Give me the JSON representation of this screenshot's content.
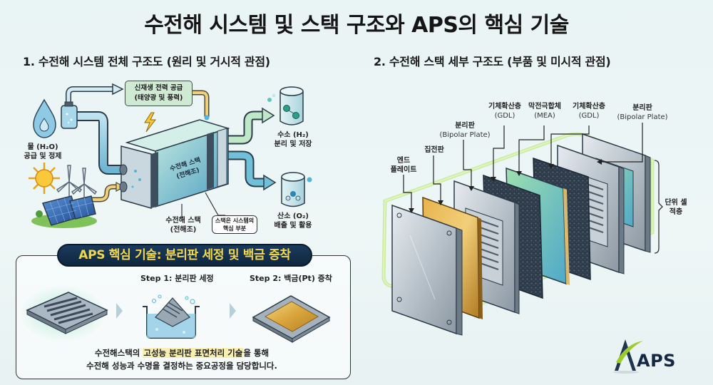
{
  "title": "수전해 시스템 및 스택 구조와 APS의 핵심 기술",
  "section1": {
    "heading": "1. 수전해 시스템 전체 구조도 (원리 및 거시적 관점)",
    "water_label": [
      "물 (H₂O)",
      "공급 및 정제"
    ],
    "renewable_label": [
      "신재생 전력 공급",
      "(태양광 및 풍력)"
    ],
    "stack_body_label": [
      "수전해 스택",
      "(전해조)"
    ],
    "stack_label": [
      "수전해 스택",
      "(전해조)"
    ],
    "callout": [
      "스택은 시스템의",
      "핵심 부분"
    ],
    "hydrogen_label": [
      "수소 (H₂)",
      "분리 및 저장"
    ],
    "oxygen_label": [
      "산소 (O₂)",
      "배출 및 활용"
    ],
    "icons": [
      "water-drop-icon",
      "lightning-icon",
      "sun-icon",
      "wind-turbine-icon",
      "solar-panel-icon",
      "hydrogen-tank-icon",
      "oxygen-tank-icon"
    ]
  },
  "aps_tech": {
    "banner": "APS 핵심 기술: 분리판 세정 및 백금 증착",
    "step1": "Step 1: 분리판 세정",
    "step2": "Step 2: 백금(Pt) 증착",
    "desc_line1_pre": "수전해스택의 ",
    "desc_line1_highlight": "고성능 분리판 표면처리 기술",
    "desc_line1_post": "을 통해",
    "desc_line2": "수전해 성능과 수명을 결정하는 중요공정을 담당합니다."
  },
  "section2": {
    "heading": "2. 수전해 스택 세부 구조도 (부품 및 미시적 관점)",
    "components": [
      {
        "ko": "엔드",
        "ko2": "플레이트",
        "en": ""
      },
      {
        "ko": "집전판",
        "ko2": "",
        "en": ""
      },
      {
        "ko": "분리판",
        "ko2": "",
        "en": "(Bipolar Plate)"
      },
      {
        "ko": "기체확산층",
        "ko2": "",
        "en": "(GDL)"
      },
      {
        "ko": "막전극합체",
        "ko2": "",
        "en": "(MEA)"
      },
      {
        "ko": "기체확산층",
        "ko2": "",
        "en": "(GDL)"
      },
      {
        "ko": "분리판",
        "ko2": "",
        "en": "(Bipolar Plate)"
      }
    ],
    "unit_cell": [
      "단위 셀",
      "적층"
    ]
  },
  "logo": "APS",
  "colors": {
    "banner_bg": "#1b3a5c",
    "banner_text": "#f4d84a",
    "logo_navy": "#142844",
    "logo_green": "#9ccc2a",
    "gold_plate": "#d9a43a",
    "mea_green": "#7fd0a0"
  }
}
